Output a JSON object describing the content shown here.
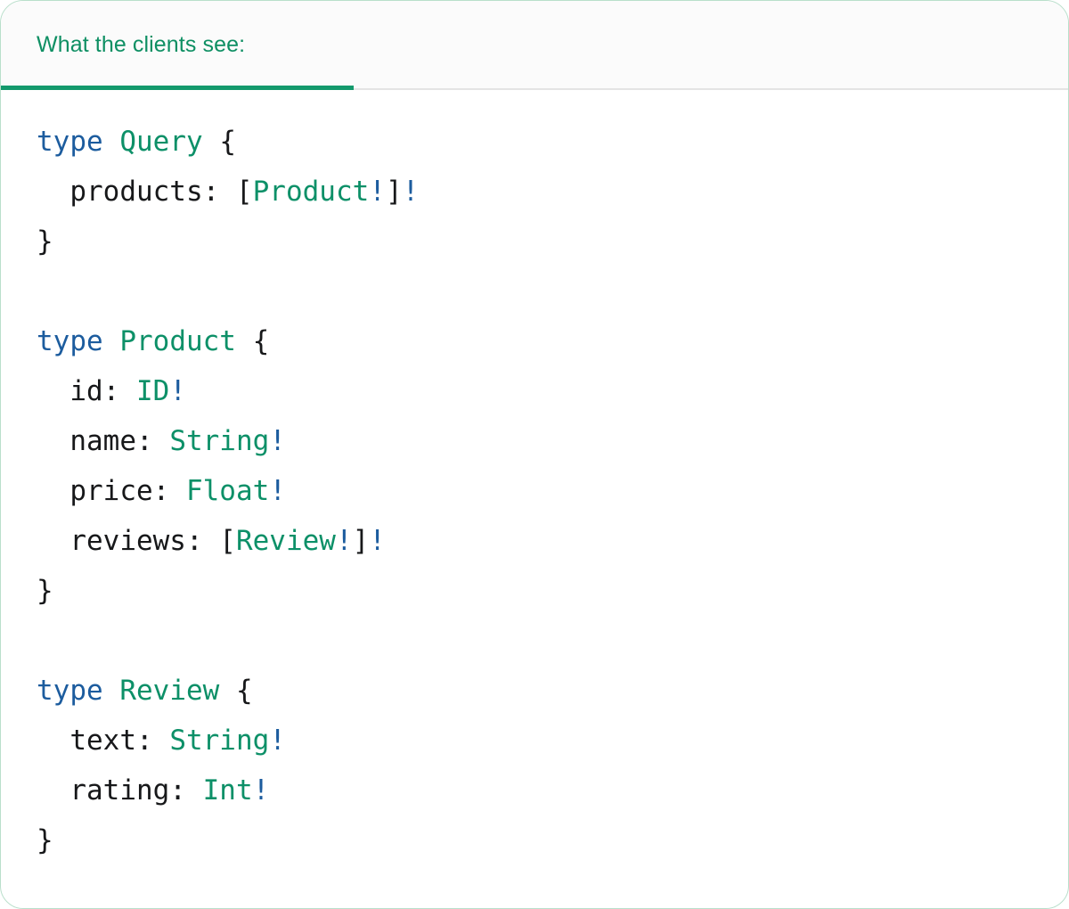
{
  "card": {
    "border_color": "#b9dfcb",
    "background": "#ffffff"
  },
  "tabs": {
    "active_index": 0,
    "items": [
      {
        "label": "What the clients see:",
        "active": true
      }
    ],
    "accent_color": "#13996c",
    "label_color": "#0e8f63",
    "bar_background": "#fbfbfb"
  },
  "code": {
    "language": "graphql",
    "colors": {
      "keyword": "#1c5c9e",
      "type_name": "#0d9068",
      "non_null": "#1c5c9e",
      "punctuation": "#17181a"
    },
    "lines": [
      {
        "tokens": [
          {
            "t": "type",
            "c": "kw"
          },
          {
            "t": " ",
            "c": "pn"
          },
          {
            "t": "Query",
            "c": "tn"
          },
          {
            "t": " {",
            "c": "pn"
          }
        ]
      },
      {
        "tokens": [
          {
            "t": "  products: [",
            "c": "pn"
          },
          {
            "t": "Product",
            "c": "tn"
          },
          {
            "t": "!",
            "c": "bang"
          },
          {
            "t": "]",
            "c": "pn"
          },
          {
            "t": "!",
            "c": "bang"
          }
        ]
      },
      {
        "tokens": [
          {
            "t": "}",
            "c": "pn"
          }
        ]
      },
      {
        "tokens": []
      },
      {
        "tokens": [
          {
            "t": "type",
            "c": "kw"
          },
          {
            "t": " ",
            "c": "pn"
          },
          {
            "t": "Product",
            "c": "tn"
          },
          {
            "t": " {",
            "c": "pn"
          }
        ]
      },
      {
        "tokens": [
          {
            "t": "  id: ",
            "c": "pn"
          },
          {
            "t": "ID",
            "c": "tn"
          },
          {
            "t": "!",
            "c": "bang"
          }
        ]
      },
      {
        "tokens": [
          {
            "t": "  name: ",
            "c": "pn"
          },
          {
            "t": "String",
            "c": "tn"
          },
          {
            "t": "!",
            "c": "bang"
          }
        ]
      },
      {
        "tokens": [
          {
            "t": "  price: ",
            "c": "pn"
          },
          {
            "t": "Float",
            "c": "tn"
          },
          {
            "t": "!",
            "c": "bang"
          }
        ]
      },
      {
        "tokens": [
          {
            "t": "  reviews: [",
            "c": "pn"
          },
          {
            "t": "Review",
            "c": "tn"
          },
          {
            "t": "!",
            "c": "bang"
          },
          {
            "t": "]",
            "c": "pn"
          },
          {
            "t": "!",
            "c": "bang"
          }
        ]
      },
      {
        "tokens": [
          {
            "t": "}",
            "c": "pn"
          }
        ]
      },
      {
        "tokens": []
      },
      {
        "tokens": [
          {
            "t": "type",
            "c": "kw"
          },
          {
            "t": " ",
            "c": "pn"
          },
          {
            "t": "Review",
            "c": "tn"
          },
          {
            "t": " {",
            "c": "pn"
          }
        ]
      },
      {
        "tokens": [
          {
            "t": "  text: ",
            "c": "pn"
          },
          {
            "t": "String",
            "c": "tn"
          },
          {
            "t": "!",
            "c": "bang"
          }
        ]
      },
      {
        "tokens": [
          {
            "t": "  rating: ",
            "c": "pn"
          },
          {
            "t": "Int",
            "c": "tn"
          },
          {
            "t": "!",
            "c": "bang"
          }
        ]
      },
      {
        "tokens": [
          {
            "t": "}",
            "c": "pn"
          }
        ]
      }
    ]
  }
}
